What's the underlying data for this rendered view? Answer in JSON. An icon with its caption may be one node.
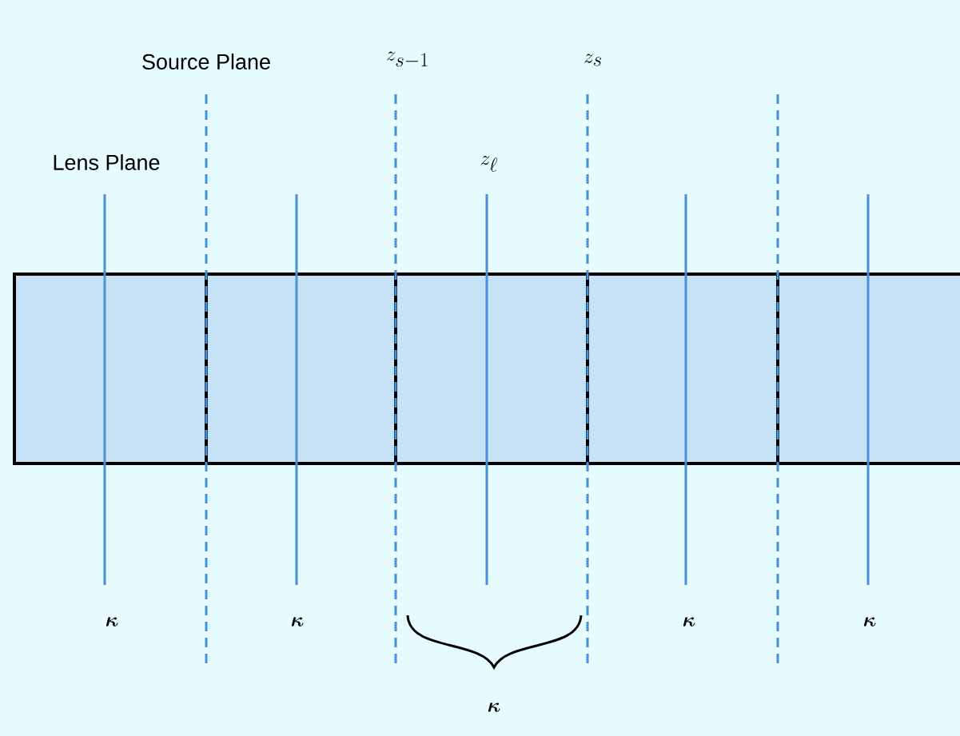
{
  "diagram": {
    "labels": [
      "Source Plane",
      "z_{s-1}",
      "z_{s}",
      "Lens Plane",
      "z_{\\ell}",
      "\\boldsymbol{\\kappa}",
      "\\boldsymbol{\\kappa}",
      "\\boldsymbol{\\kappa}",
      "\\boldsymbol{\\kappa}",
      "\\boldsymbol{\\kappa}"
    ]
  }
}
